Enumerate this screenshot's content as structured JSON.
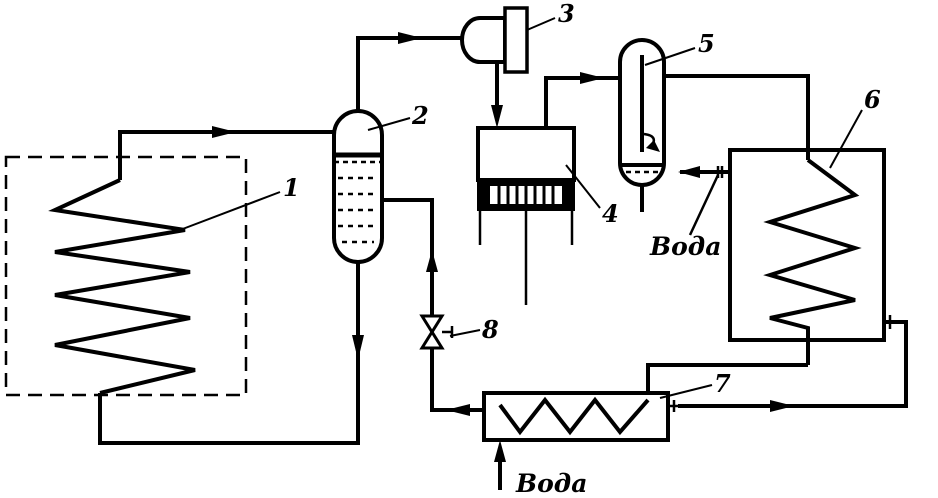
{
  "labels": {
    "evaporator": "1",
    "separator": "2",
    "motor": "3",
    "compressor": "4",
    "oil_separator": "5",
    "condenser": "6",
    "subcooler": "7",
    "valve": "8"
  },
  "water_labels": {
    "condenser_water": "Вода",
    "subcooler_water": "Вода"
  }
}
